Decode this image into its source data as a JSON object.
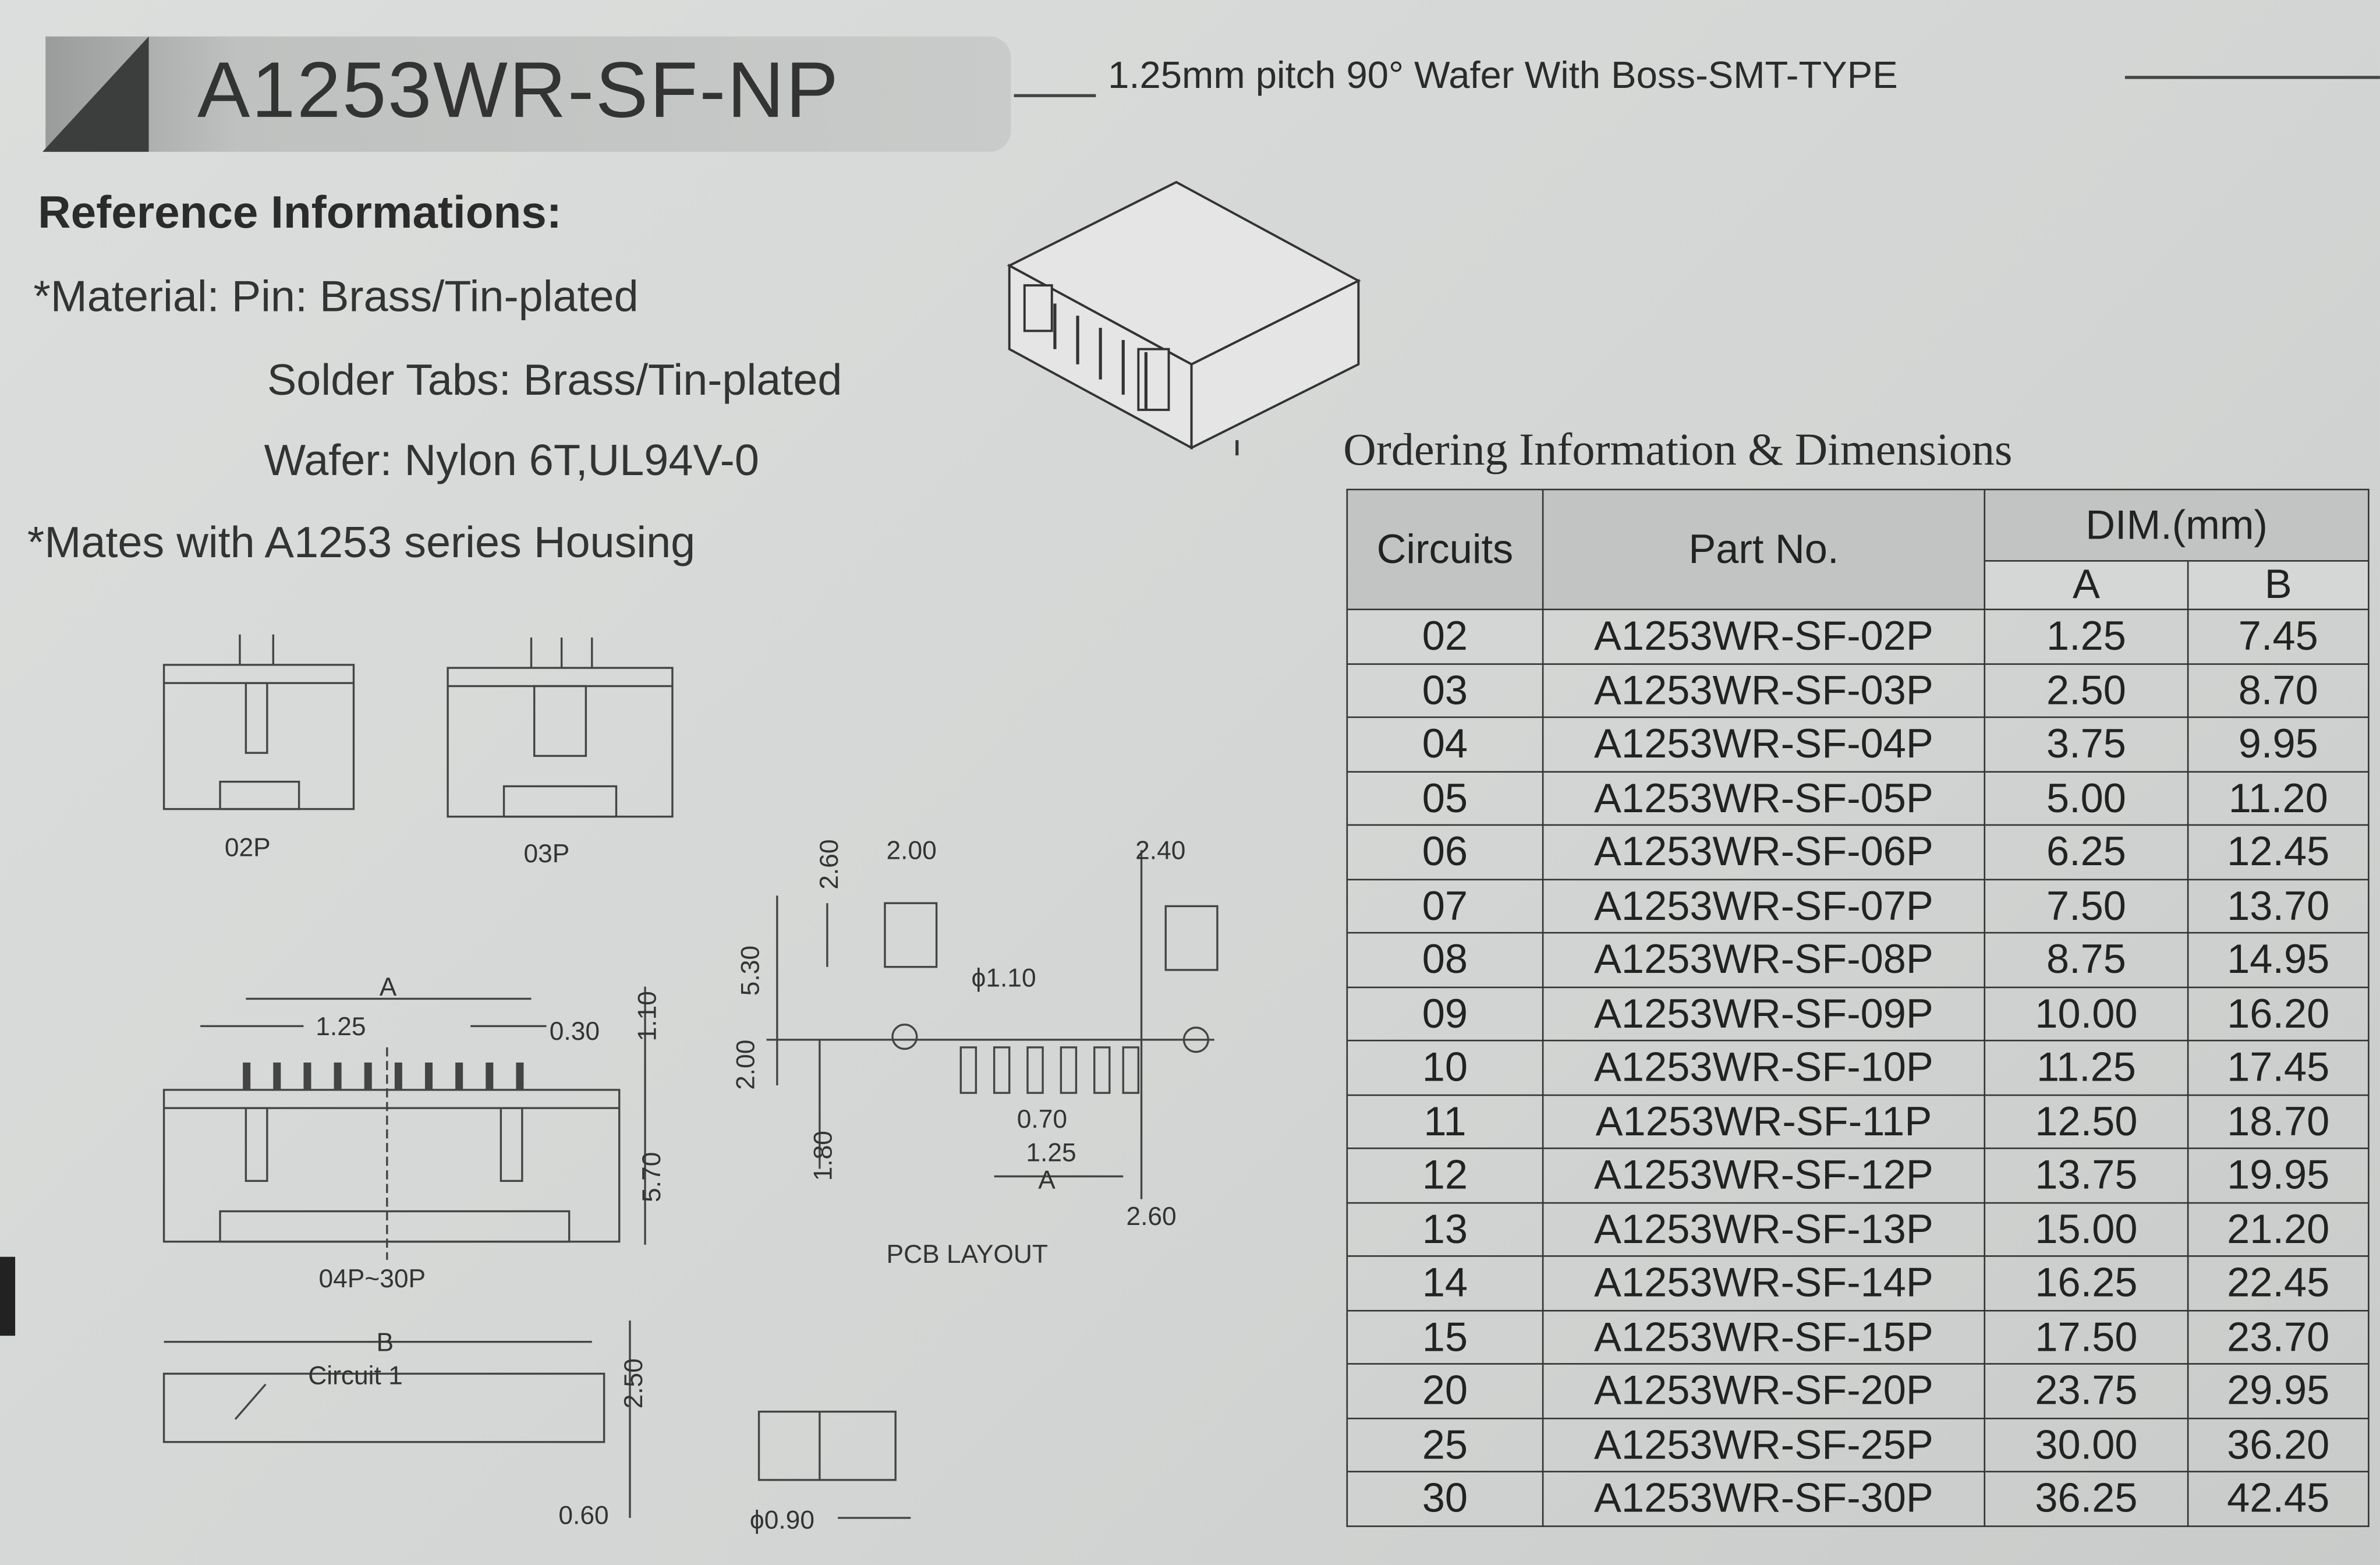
{
  "header": {
    "title": "A1253WR-SF-NP",
    "subtitle": "1.25mm pitch 90° Wafer  With Boss-SMT-TYPE"
  },
  "reference": {
    "heading": "Reference Informations:",
    "lines": [
      "*Material: Pin: Brass/Tin-plated",
      "Solder Tabs: Brass/Tin-plated",
      "Wafer: Nylon 6T,UL94V-0",
      "*Mates with A1253 series Housing"
    ]
  },
  "drawings": {
    "labels": {
      "p02": "02P",
      "p03": "03P",
      "p04": "04P~30P",
      "pcb": "PCB LAYOUT"
    },
    "dims": {
      "A": "A",
      "B": "B",
      "pitch": "1.25",
      "d030": "0.30",
      "d110": "1.10",
      "d570": "5.70",
      "circuit1": "Circuit 1",
      "d250": "2.50",
      "d060": "0.60",
      "d260a": "2.60",
      "d200a": "2.00",
      "d240": "2.40",
      "d530": "5.30",
      "phi110": "ϕ1.10",
      "d200b": "2.00",
      "d180": "1.80",
      "d070": "0.70",
      "d125b": "1.25",
      "d260b": "2.60",
      "phi090": "ϕ0.90"
    }
  },
  "ordering": {
    "heading": "Ordering Information & Dimensions",
    "columns": {
      "circuits": "Circuits",
      "part_no": "Part No.",
      "dim": "DIM.(mm)",
      "a": "A",
      "b": "B"
    },
    "rows": [
      [
        "02",
        "A1253WR-SF-02P",
        "1.25",
        "7.45"
      ],
      [
        "03",
        "A1253WR-SF-03P",
        "2.50",
        "8.70"
      ],
      [
        "04",
        "A1253WR-SF-04P",
        "3.75",
        "9.95"
      ],
      [
        "05",
        "A1253WR-SF-05P",
        "5.00",
        "11.20"
      ],
      [
        "06",
        "A1253WR-SF-06P",
        "6.25",
        "12.45"
      ],
      [
        "07",
        "A1253WR-SF-07P",
        "7.50",
        "13.70"
      ],
      [
        "08",
        "A1253WR-SF-08P",
        "8.75",
        "14.95"
      ],
      [
        "09",
        "A1253WR-SF-09P",
        "10.00",
        "16.20"
      ],
      [
        "10",
        "A1253WR-SF-10P",
        "11.25",
        "17.45"
      ],
      [
        "11",
        "A1253WR-SF-11P",
        "12.50",
        "18.70"
      ],
      [
        "12",
        "A1253WR-SF-12P",
        "13.75",
        "19.95"
      ],
      [
        "13",
        "A1253WR-SF-13P",
        "15.00",
        "21.20"
      ],
      [
        "14",
        "A1253WR-SF-14P",
        "16.25",
        "22.45"
      ],
      [
        "15",
        "A1253WR-SF-15P",
        "17.50",
        "23.70"
      ],
      [
        "20",
        "A1253WR-SF-20P",
        "23.75",
        "29.95"
      ],
      [
        "25",
        "A1253WR-SF-25P",
        "30.00",
        "36.20"
      ],
      [
        "30",
        "A1253WR-SF-30P",
        "36.25",
        "42.45"
      ]
    ]
  }
}
